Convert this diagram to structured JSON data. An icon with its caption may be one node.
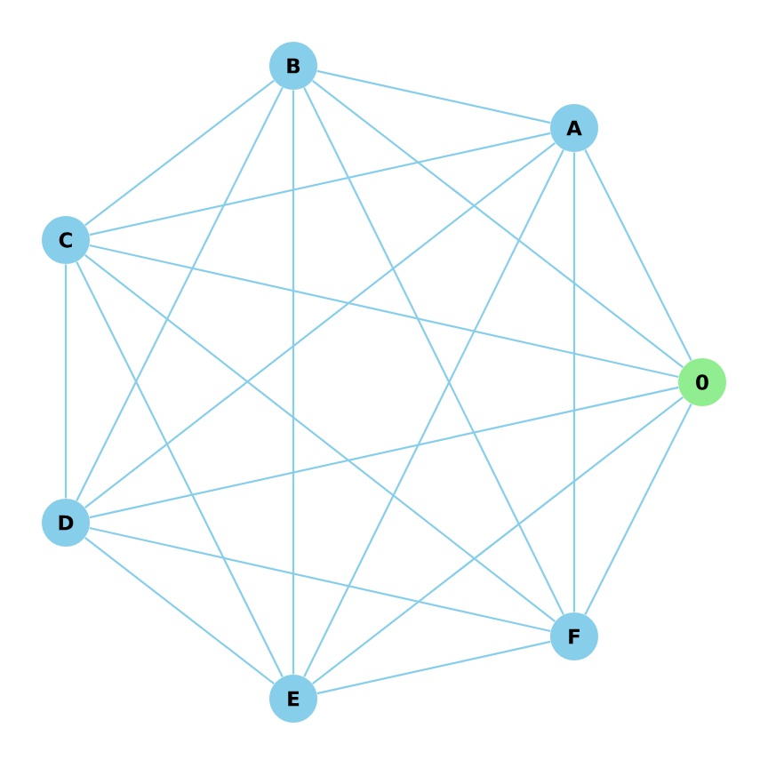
{
  "diagram": {
    "nodes": [
      {
        "text": [
          "B"
        ]
      },
      {
        "text": [
          "A"
        ]
      },
      {
        "text": [
          "C"
        ]
      },
      {
        "text": [
          "0"
        ]
      },
      {
        "text": [
          "D"
        ]
      },
      {
        "text": [
          "F"
        ]
      },
      {
        "text": [
          "E"
        ]
      }
    ],
    "edges": [
      {
        "from": 0,
        "to": 1,
        "arrow": "none"
      },
      {
        "from": 0,
        "to": 2,
        "arrow": "none"
      },
      {
        "from": 0,
        "to": 3,
        "arrow": "none"
      },
      {
        "from": 0,
        "to": 4,
        "arrow": "none"
      },
      {
        "from": 0,
        "to": 5,
        "arrow": "none"
      },
      {
        "from": 0,
        "to": 6,
        "arrow": "none"
      },
      {
        "from": 1,
        "to": 2,
        "arrow": "none"
      },
      {
        "from": 1,
        "to": 3,
        "arrow": "none"
      },
      {
        "from": 1,
        "to": 4,
        "arrow": "none"
      },
      {
        "from": 1,
        "to": 5,
        "arrow": "none"
      },
      {
        "from": 1,
        "to": 6,
        "arrow": "none"
      },
      {
        "from": 2,
        "to": 3,
        "arrow": "none"
      },
      {
        "from": 2,
        "to": 4,
        "arrow": "none"
      },
      {
        "from": 2,
        "to": 5,
        "arrow": "none"
      },
      {
        "from": 2,
        "to": 6,
        "arrow": "none"
      },
      {
        "from": 3,
        "to": 4,
        "arrow": "none"
      },
      {
        "from": 3,
        "to": 5,
        "arrow": "none"
      },
      {
        "from": 3,
        "to": 6,
        "arrow": "none"
      },
      {
        "from": 4,
        "to": 5,
        "arrow": "none"
      },
      {
        "from": 4,
        "to": 6,
        "arrow": "none"
      },
      {
        "from": 5,
        "to": 6,
        "arrow": "none"
      }
    ]
  }
}
